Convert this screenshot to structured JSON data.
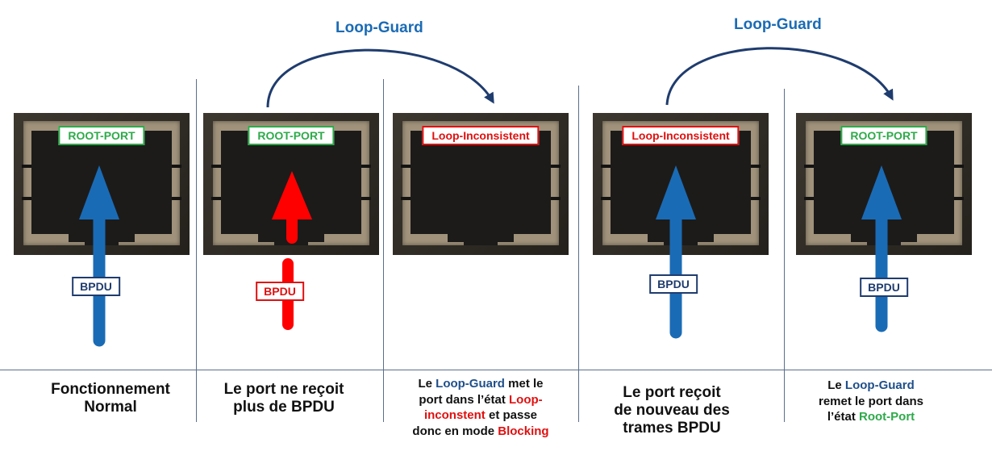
{
  "loop_guard_labels": [
    "Loop-Guard",
    "Loop-Guard"
  ],
  "badges": {
    "root_port": "ROOT-PORT",
    "loop_inconsistent": "Loop-Inconsistent"
  },
  "bpdu_label": "BPDU",
  "captions": {
    "step1": {
      "line1": "Fonctionnement",
      "line2": "Normal"
    },
    "step2": {
      "line1": "Le port ne reçoit",
      "line2": "plus de BPDU"
    },
    "step3": {
      "p1": "Le ",
      "p2": "Loop-Guard",
      "p3": " met le",
      "p4": "port dans l’état ",
      "p5": "Loop-",
      "p6": "inconstent",
      "p7": " et passe",
      "p8": "donc en mode ",
      "p9": "Blocking"
    },
    "step4": {
      "line1": "Le port reçoit",
      "line2": "de nouveau des",
      "line3": "trames BPDU"
    },
    "step5": {
      "p1": "Le ",
      "p2": "Loop-Guard",
      "p3": "remet le port dans",
      "p4": "l’état ",
      "p5": "Root-Port"
    }
  },
  "colors": {
    "blue_arrow": "#1a6bb5",
    "red_arrow": "#ff0000",
    "green_badge": "#2eaa4a",
    "red_badge": "#e01010",
    "curve": "#1f3c6e"
  }
}
